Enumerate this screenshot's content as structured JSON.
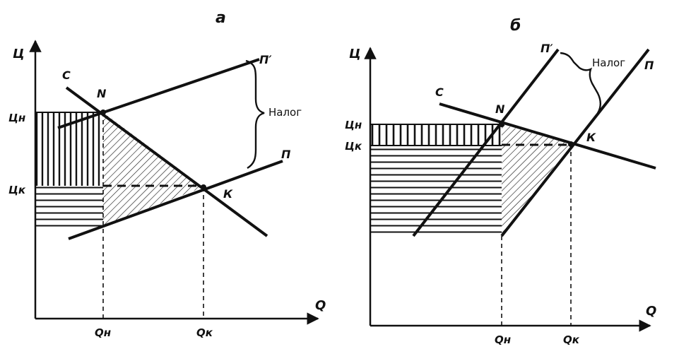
{
  "colors": {
    "ink": "#111111",
    "background": "#ffffff"
  },
  "panel_a": {
    "title": "а",
    "axis_y": "Ц",
    "axis_x": "Q",
    "demand": "С",
    "supply": "П",
    "supply_taxed": "П′",
    "point_n": "N",
    "point_k": "К",
    "price_n": "Цн",
    "price_k": "Цк",
    "qty_n": "Qн",
    "qty_k": "Qк",
    "tax": "Налог"
  },
  "panel_b": {
    "title": "б",
    "axis_y": "Ц",
    "axis_x": "Q",
    "demand": "С",
    "supply": "П",
    "supply_taxed": "П′",
    "point_n": "N",
    "point_k": "К",
    "price_n": "Цн",
    "price_k": "Цк",
    "qty_n": "Qн",
    "qty_k": "Qк",
    "tax": "Налог"
  }
}
